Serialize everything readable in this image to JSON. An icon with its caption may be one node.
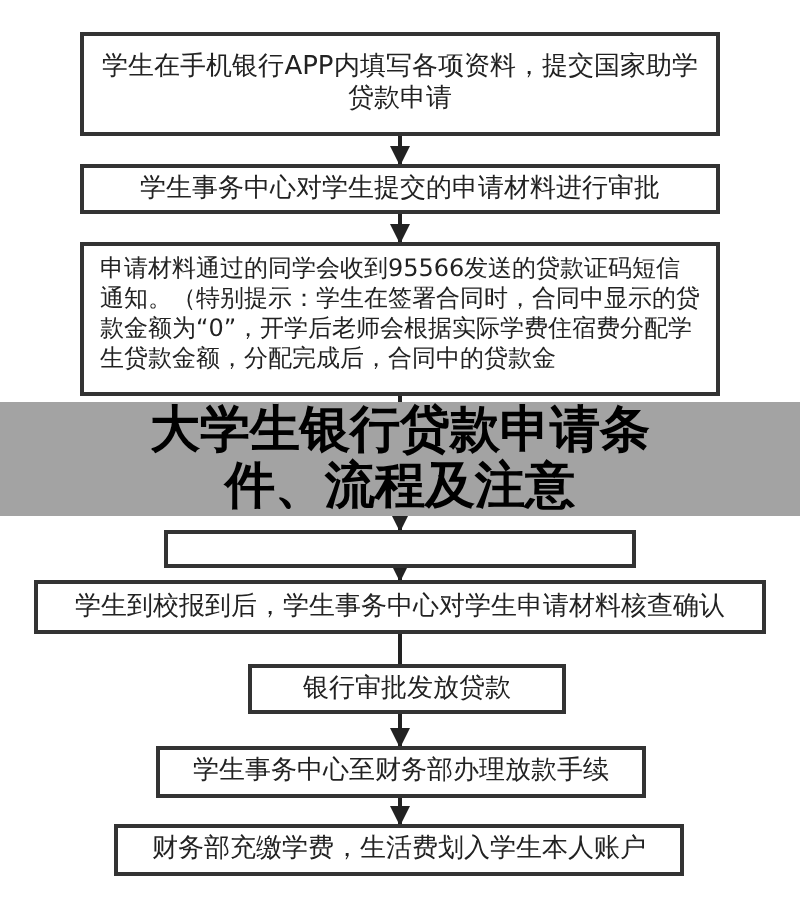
{
  "diagram": {
    "title": "大学生银行贷款申请条件、流程及注意",
    "nodes": [
      {
        "text": [
          "学生在手机银行APP内填写各项资料，提交国家助学贷款申请"
        ]
      },
      {
        "text": [
          "学生事务中心对学生提交的申请材料进行审批"
        ]
      },
      {
        "text": [
          "申请材料通过的同学会收到95566发送的贷款证码短信通知。（特别提示：学生在签署合同时，合同中显示的贷款金额为“0”，开学后老师会根据实际学费住宿费分配学生贷款金额，分配完成后，合同中的贷款金"
        ]
      },
      {
        "text": [],
        "shape": "box"
      },
      {
        "text": [
          "学生到校报到后，学生事务中心对学生申请材料核查确认"
        ]
      },
      {
        "text": [
          "银行审批发放贷款"
        ]
      },
      {
        "text": [
          "学生事务中心至财务部办理放款手续"
        ]
      },
      {
        "text": [
          "财务部充缴学费，生活费划入学生本人账户"
        ]
      }
    ],
    "edges": [
      {
        "from": 0,
        "to": 1,
        "arrow": "to"
      },
      {
        "from": 1,
        "to": 2,
        "arrow": "to"
      },
      {
        "from": 2,
        "to": 3,
        "arrow": "to"
      },
      {
        "from": 3,
        "to": 4,
        "arrow": "to"
      },
      {
        "from": 4,
        "to": 5,
        "arrow": "none"
      },
      {
        "from": 5,
        "to": 6,
        "arrow": "to"
      },
      {
        "from": 6,
        "to": 7,
        "arrow": "to"
      }
    ]
  }
}
